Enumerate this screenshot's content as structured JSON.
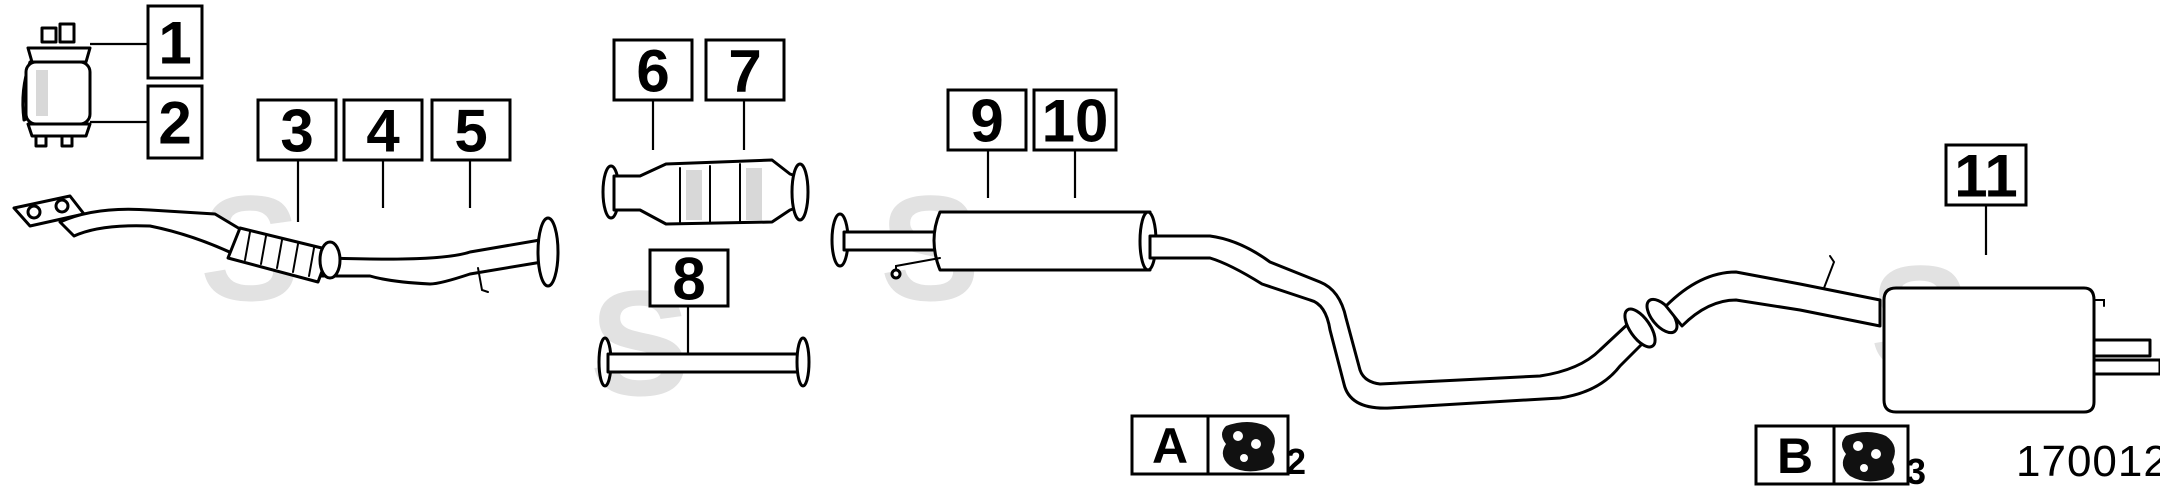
{
  "callouts": [
    "1",
    "2",
    "3",
    "4",
    "5",
    "6",
    "7",
    "8",
    "9",
    "10",
    "11"
  ],
  "legend": {
    "a": {
      "label": "A",
      "qty": "2",
      "icon": "rubber-hanger-icon"
    },
    "b": {
      "label": "B",
      "qty": "3",
      "icon": "rubber-hanger-icon"
    }
  },
  "diagram_id": "170012",
  "colors": {
    "line": "#000000",
    "watermark": "#e2e2e2",
    "shade": "#d8d8d8"
  }
}
